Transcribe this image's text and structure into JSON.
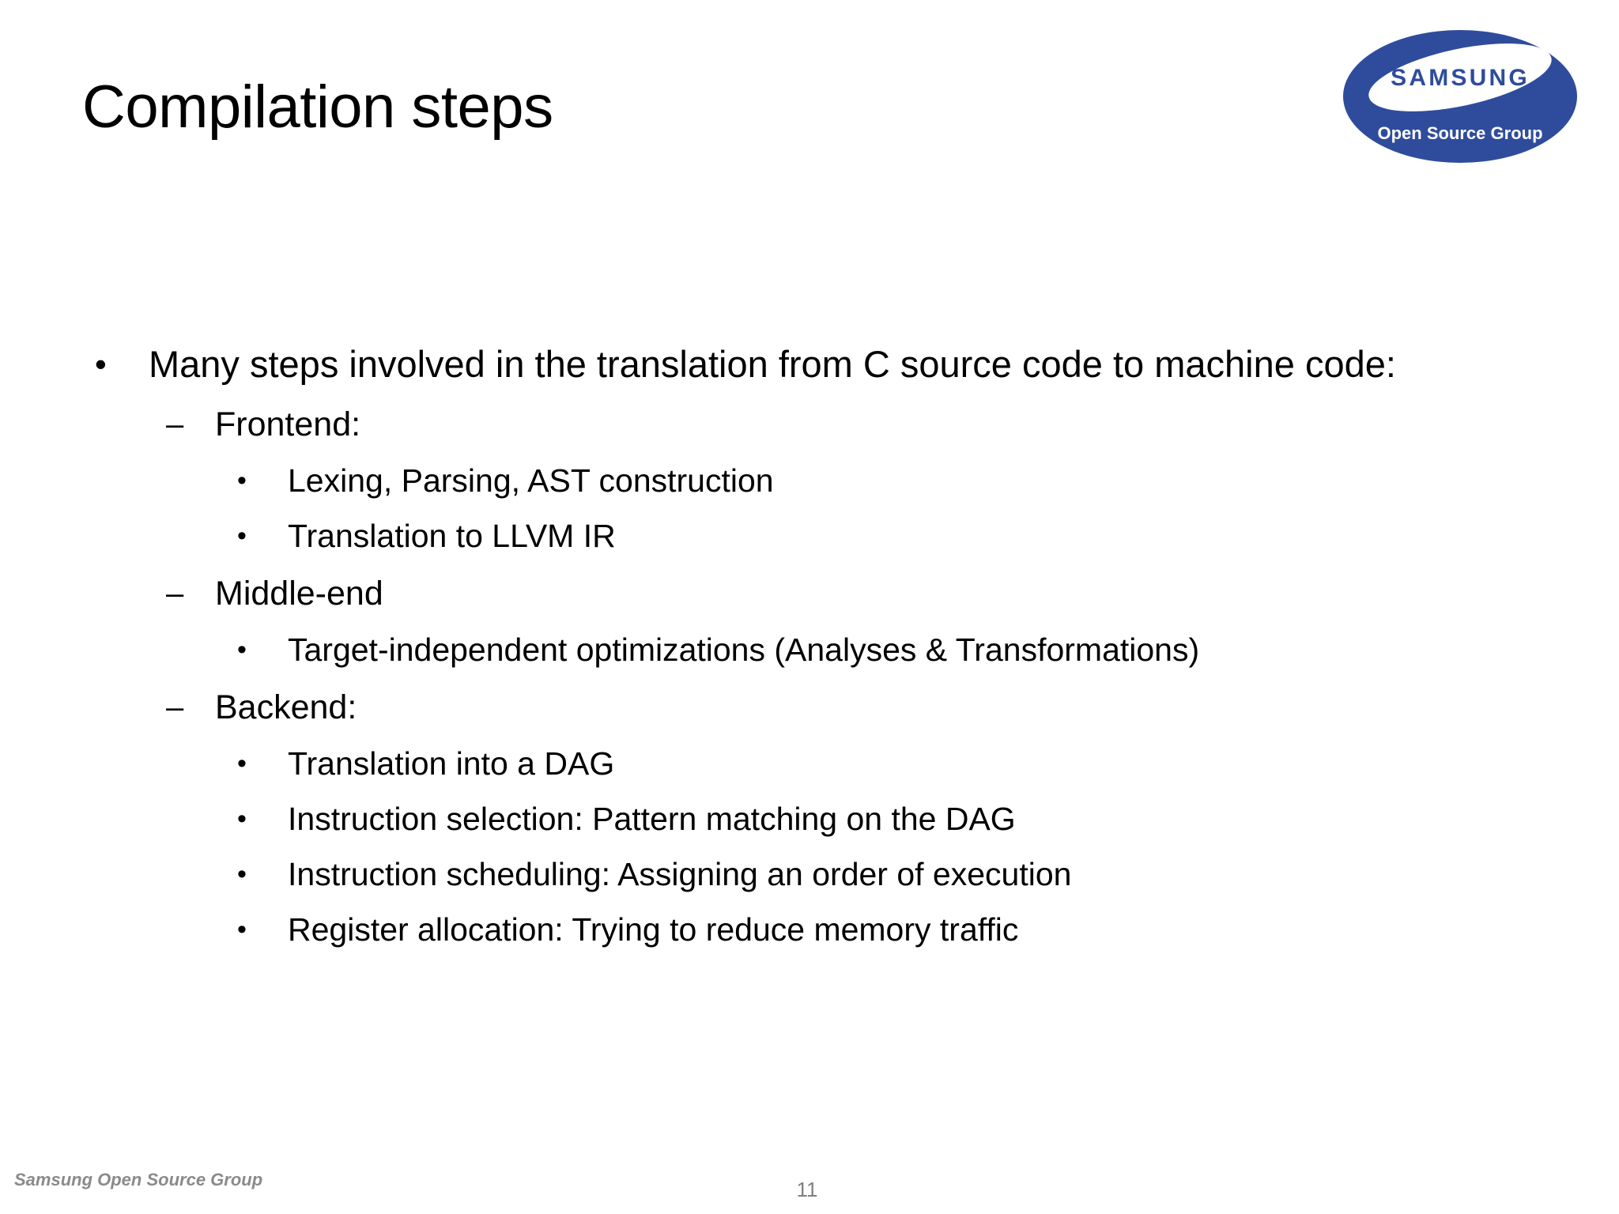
{
  "slide": {
    "title": "Compilation steps",
    "page_number": "11",
    "footer_text": "Samsung Open Source Group",
    "background_color": "#ffffff",
    "text_color": "#000000"
  },
  "logo": {
    "name": "samsung-open-source-group-logo",
    "brand_text": "SAMSUNG",
    "subtitle_text": "Open Source Group",
    "brand_blue": "#2F4C9C",
    "inner_white": "#ffffff"
  },
  "markers": {
    "level1": "•",
    "level2": "–",
    "level3": "•"
  },
  "content": {
    "items": [
      {
        "level": 1,
        "text": "Many steps involved in the translation from C source code to machine code:"
      },
      {
        "level": 2,
        "text": "Frontend:"
      },
      {
        "level": 3,
        "text": "Lexing, Parsing, AST construction"
      },
      {
        "level": 3,
        "text": "Translation to LLVM IR"
      },
      {
        "level": 2,
        "text": "Middle-end"
      },
      {
        "level": 3,
        "text": "Target-independent optimizations (Analyses & Transformations)"
      },
      {
        "level": 2,
        "text": "Backend:"
      },
      {
        "level": 3,
        "text": "Translation into a DAG"
      },
      {
        "level": 3,
        "text": "Instruction selection: Pattern matching on the DAG"
      },
      {
        "level": 3,
        "text": "Instruction scheduling: Assigning an order of execution"
      },
      {
        "level": 3,
        "text": "Register allocation: Trying to reduce memory traffic"
      }
    ]
  }
}
